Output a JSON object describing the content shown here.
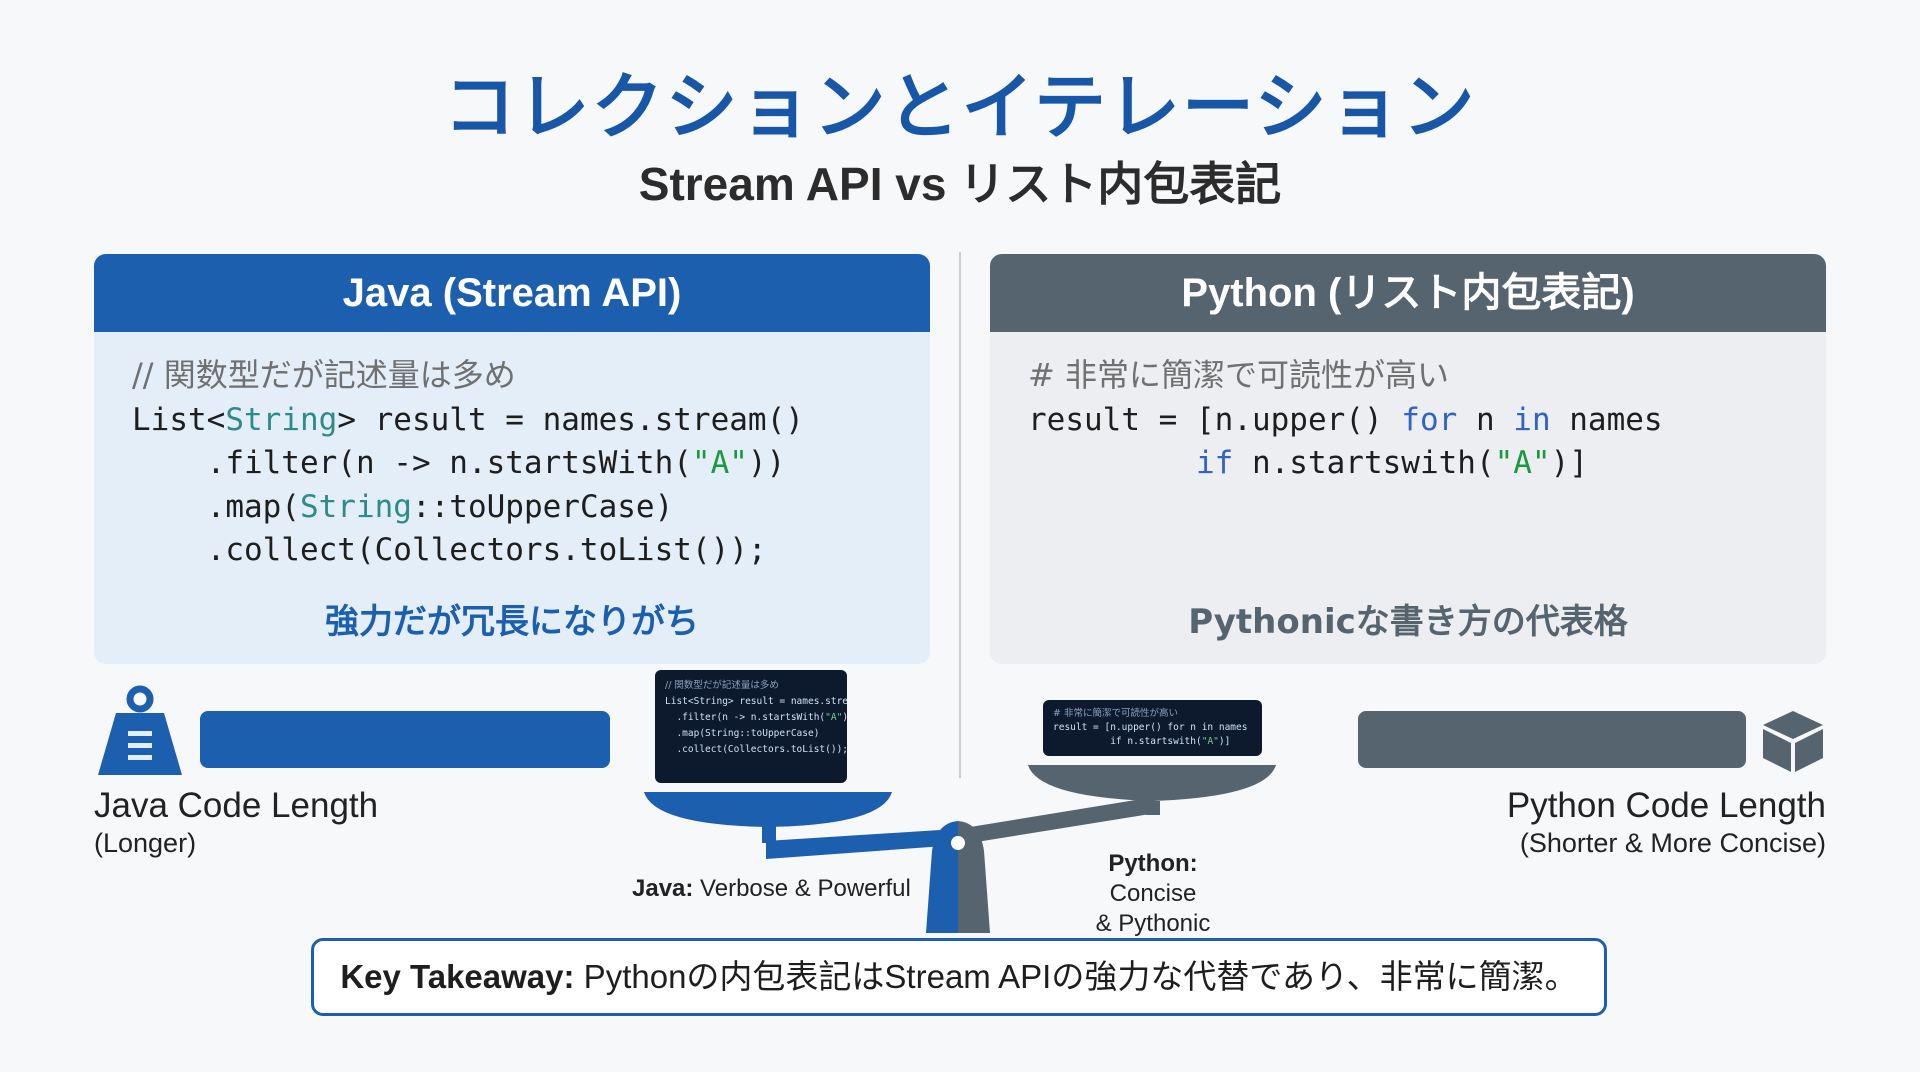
{
  "header": {
    "title": "コレクションとイテレーション",
    "subtitle": "Stream API vs リスト内包表記"
  },
  "java_panel": {
    "heading": "Java (Stream API)",
    "comment": "// 関数型だが記述量は多め",
    "code": {
      "l1a": "List<",
      "l1type": "String",
      "l1b": "> result = names.stream()",
      "l2a": "    .filter(n -> n.startsWith(",
      "l2str": "\"A\"",
      "l2b": "))",
      "l3a": "    .map(",
      "l3type": "String",
      "l3b": "::toUpperCase)",
      "l4": "    .collect(Collectors.toList());"
    },
    "caption": "強力だが冗長になりがち"
  },
  "python_panel": {
    "heading": "Python (リスト内包表記)",
    "comment": "# 非常に簡潔で可読性が高い",
    "code": {
      "l1a": "result = [n.upper() ",
      "l1kw1": "for",
      "l1b": " n ",
      "l1kw2": "in",
      "l1c": " names",
      "l2indent": "         ",
      "l2kw": "if",
      "l2a": " n.startswith(",
      "l2str": "\"A\"",
      "l2b": ")]"
    },
    "caption": "Pythonicな書き方の代表格"
  },
  "length": {
    "java_main": "Java Code Length",
    "java_sub": "(Longer)",
    "python_main": "Python Code Length",
    "python_sub": "(Shorter & More Concise)"
  },
  "scale": {
    "java_bold": "Java:",
    "java_rest": " Verbose & Powerful",
    "python_bold": "Python:",
    "python_rest1": " Concise",
    "python_rest2": "& Pythonic",
    "mini_java": {
      "comment": "// 関数型だが記述量は多め",
      "l1": "List<String> result = names.stream()",
      "l2a": "  .filter(n -> n.startsWith(",
      "l2s": "\"A\"",
      "l2b": "))",
      "l3": "  .map(String::toUpperCase)",
      "l4": "  .collect(Collectors.toList());"
    },
    "mini_python": {
      "comment": "# 非常に簡潔で可読性が高い",
      "l1": "result = [n.upper() for n in names",
      "l2a": "          if n.startswith(",
      "l2s": "\"A\"",
      "l2b": ")]"
    }
  },
  "takeaway": {
    "label": "Key Takeaway:",
    "text": " Pythonの内包表記はStream APIの強力な代替であり、非常に簡潔。"
  },
  "colors": {
    "java_blue": "#1c5fae",
    "python_gray": "#56646f",
    "title_blue": "#1857a8"
  },
  "icons": {
    "java_weight": "weight-icon",
    "python_cube": "cube-icon"
  }
}
